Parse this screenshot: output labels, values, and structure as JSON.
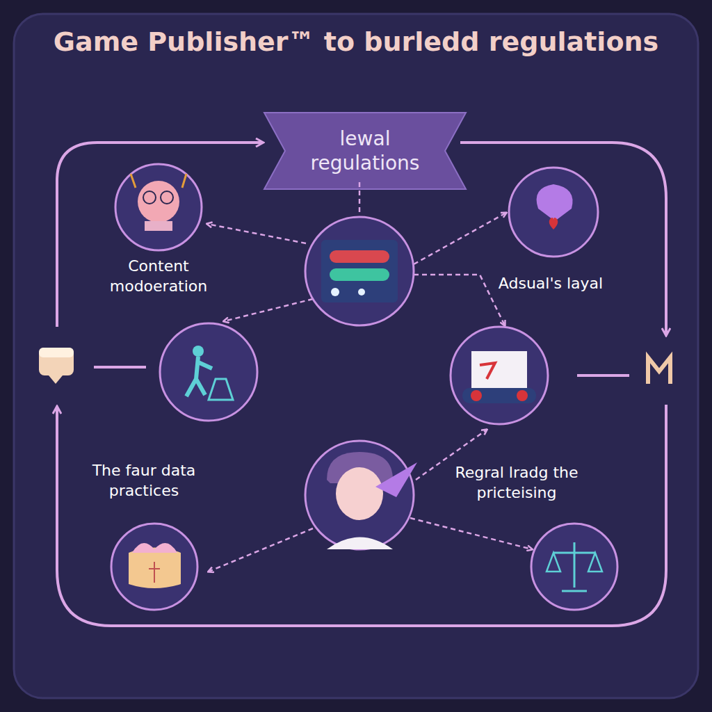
{
  "diagram": {
    "title": "Game Publisher™ to burledd regulations",
    "nodes": [
      {
        "text": [
          "lewal regulations"
        ]
      },
      {
        "text": [
          "Content modoeration"
        ]
      },
      {
        "text": [
          "Adsual's layal"
        ]
      },
      {
        "text": [
          "The faur data practices"
        ]
      },
      {
        "text": [
          "Regral lradg the pricteising"
        ]
      }
    ]
  }
}
